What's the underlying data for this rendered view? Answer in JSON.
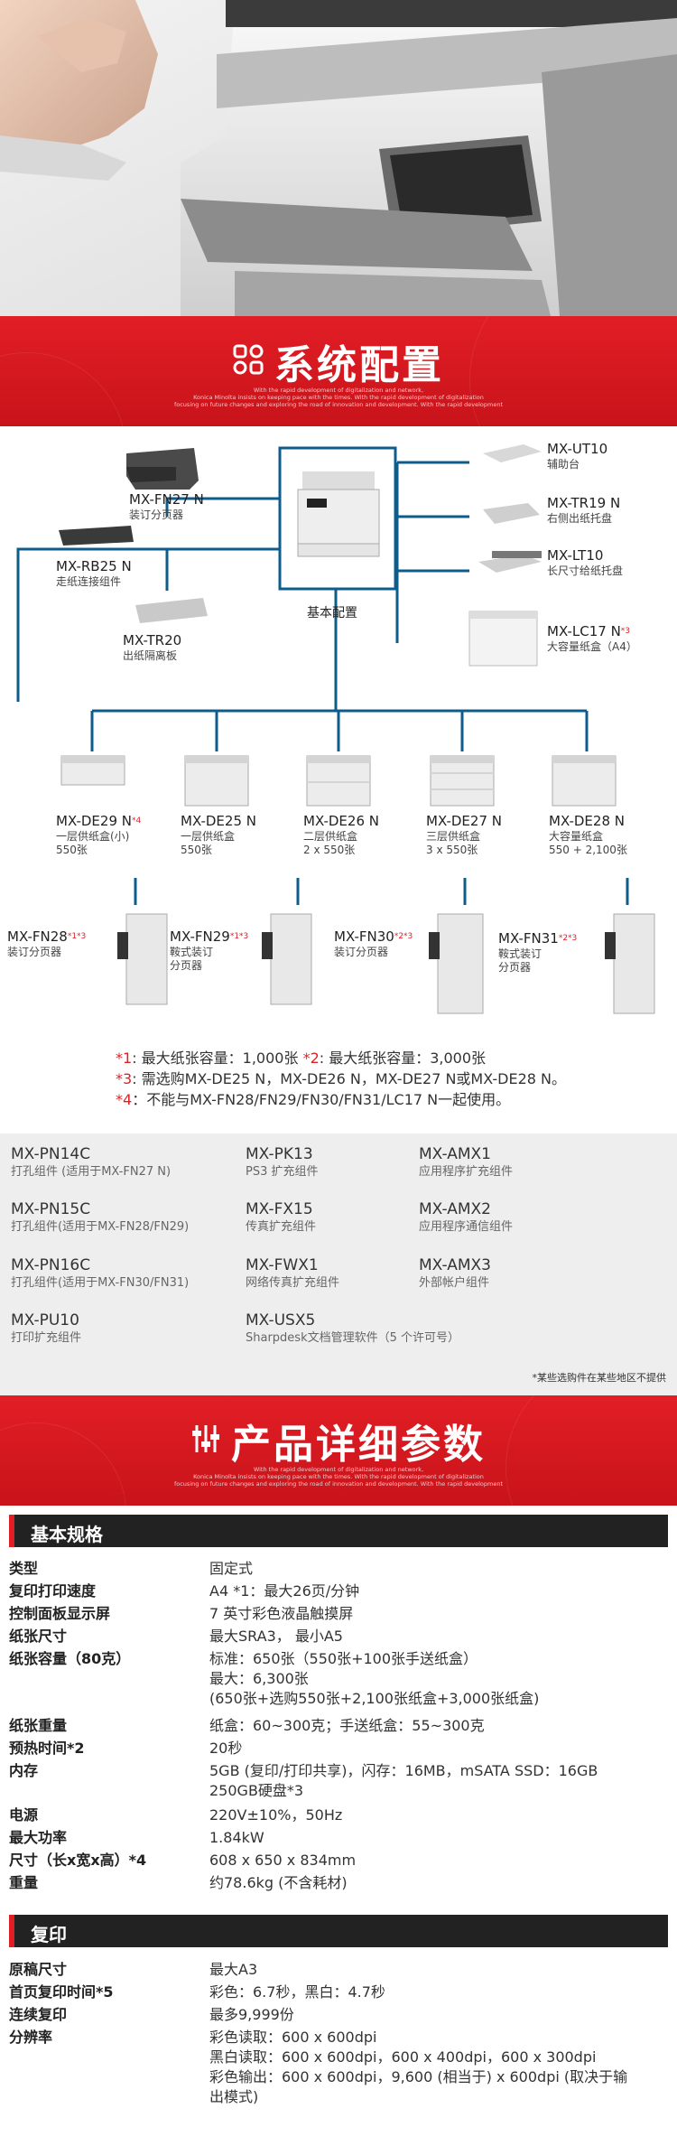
{
  "banner1": {
    "title": "系统配置",
    "sub1": "With the rapid development of digitalization and network,",
    "sub2": "Konica Minolta insists on keeping pace with the times. With the rapid development of digitalization",
    "sub3": "focusing on future changes and exploring the road of innovation and development. With the rapid development"
  },
  "diagram": {
    "center_label": "基本配置",
    "items": [
      {
        "model": "MX-FN27 N",
        "desc": "装订分页器"
      },
      {
        "model": "MX-RB25 N",
        "desc": "走纸连接组件"
      },
      {
        "model": "MX-TR20",
        "desc": "出纸隔离板"
      },
      {
        "model": "MX-UT10",
        "desc": "辅助台"
      },
      {
        "model": "MX-TR19 N",
        "desc": "右侧出纸托盘"
      },
      {
        "model": "MX-LT10",
        "desc": "长尺寸给纸托盘"
      },
      {
        "model": "MX-LC17 N",
        "note": "*3",
        "desc": "大容量纸盒（A4）"
      }
    ],
    "trays": [
      {
        "model": "MX-DE29 N",
        "note": "*4",
        "desc1": "一层供纸盒(小)",
        "desc2": "550张"
      },
      {
        "model": "MX-DE25 N",
        "note": "",
        "desc1": "一层供纸盒",
        "desc2": "550张"
      },
      {
        "model": "MX-DE26 N",
        "note": "",
        "desc1": "二层供纸盒",
        "desc2": "2 x 550张"
      },
      {
        "model": "MX-DE27 N",
        "note": "",
        "desc1": "三层供纸盒",
        "desc2": "3 x 550张"
      },
      {
        "model": "MX-DE28 N",
        "note": "",
        "desc1": "大容量纸盒",
        "desc2": "550 + 2,100张"
      }
    ],
    "finishers": [
      {
        "model": "MX-FN28",
        "note": "*1*3",
        "desc1": "装订分页器",
        "desc2": ""
      },
      {
        "model": "MX-FN29",
        "note": "*1*3",
        "desc1": "鞍式装订",
        "desc2": "分页器"
      },
      {
        "model": "MX-FN30",
        "note": "*2*3",
        "desc1": "装订分页器",
        "desc2": ""
      },
      {
        "model": "MX-FN31",
        "note": "*2*3",
        "desc1": "鞍式装订",
        "desc2": "分页器"
      }
    ]
  },
  "notes": [
    {
      "star": "*1",
      "text": ": 最大纸张容量：1,000张 ",
      "star2": "*2",
      "text2": ": 最大纸张容量：3,000张"
    },
    {
      "star": "*3",
      "text": ": 需选购MX-DE25 N，MX-DE26 N，MX-DE27 N或MX-DE28 N。",
      "star2": "",
      "text2": ""
    },
    {
      "star": "*4",
      "text": "：不能与MX-FN28/FN29/FN30/FN31/LC17 N一起使用。",
      "star2": "",
      "text2": ""
    }
  ],
  "kits": [
    {
      "name": "MX-PN14C",
      "desc": "打孔组件 (适用于MX-FN27 N)"
    },
    {
      "name": "MX-PK13",
      "desc": "PS3 扩充组件"
    },
    {
      "name": "MX-AMX1",
      "desc": "应用程序扩充组件"
    },
    {
      "name": "MX-PN15C",
      "desc": "打孔组件(适用于MX-FN28/FN29)"
    },
    {
      "name": "MX-FX15",
      "desc": "传真扩充组件"
    },
    {
      "name": "MX-AMX2",
      "desc": "应用程序通信组件"
    },
    {
      "name": "MX-PN16C",
      "desc": "打孔组件(适用于MX-FN30/FN31)"
    },
    {
      "name": "MX-FWX1",
      "desc": "网络传真扩充组件"
    },
    {
      "name": "MX-AMX3",
      "desc": "外部帐户组件"
    },
    {
      "name": "MX-PU10",
      "desc": "打印扩充组件"
    },
    {
      "name": "MX-USX5",
      "desc": "Sharpdesk文档管理软件（5 个许可号）"
    }
  ],
  "kits_footnote": "*某些选购件在某些地区不提供",
  "banner2": {
    "title": "产品详细参数",
    "sub1": "With the rapid development of digitalization and network,",
    "sub2": "Konica Minolta insists on keeping pace with the times. With the rapid development of digitalization",
    "sub3": "focusing on future changes and exploring the road of innovation and development. With the rapid development"
  },
  "spec_basic": {
    "heading": "基本规格",
    "rows": [
      {
        "k": "类型",
        "v": [
          "固定式"
        ]
      },
      {
        "k": "复印打印速度",
        "v": [
          "A4 *1：最大26页/分钟"
        ]
      },
      {
        "k": "控制面板显示屏",
        "v": [
          "7 英寸彩色液晶触摸屏"
        ]
      },
      {
        "k": "纸张尺寸",
        "v": [
          "最大SRA3， 最小A5"
        ]
      },
      {
        "k": "纸张容量（80克）",
        "v": [
          "标准：650张（550张+100张手送纸盒）",
          "最大：6,300张",
          "(650张+选购550张+2,100张纸盒+3,000张纸盒)"
        ]
      },
      {
        "k": "纸张重量",
        "v": [
          "纸盒：60~300克；手送纸盒：55~300克"
        ]
      },
      {
        "k": "预热时间*2",
        "v": [
          "20秒"
        ]
      },
      {
        "k": "内存",
        "v": [
          "5GB (复印/打印共享)，闪存：16MB，mSATA SSD：16GB",
          "250GB硬盘*3"
        ]
      },
      {
        "k": "电源",
        "v": [
          "220V±10%，50Hz"
        ]
      },
      {
        "k": "最大功率",
        "v": [
          "1.84kW"
        ]
      },
      {
        "k": "尺寸（长x宽x高）*4",
        "v": [
          "608 x 650 x 834mm"
        ]
      },
      {
        "k": "重量",
        "v": [
          "约78.6kg (不含耗材)"
        ]
      }
    ]
  },
  "spec_copy": {
    "heading": "复印",
    "rows": [
      {
        "k": "原稿尺寸",
        "v": [
          "最大A3"
        ]
      },
      {
        "k": "首页复印时间*5",
        "v": [
          "彩色：6.7秒，黑白：4.7秒"
        ]
      },
      {
        "k": "连续复印",
        "v": [
          "最多9,999份"
        ]
      },
      {
        "k": "分辨率",
        "v": [
          "彩色读取：600 x 600dpi",
          "黑白读取：600 x 600dpi，600 x 400dpi，600 x 300dpi",
          "彩色输出：600 x 600dpi，9,600 (相当于) x 600dpi (取决于输",
          "出模式)"
        ]
      }
    ]
  }
}
